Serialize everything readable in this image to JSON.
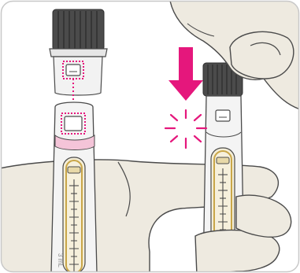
{
  "illustration": {
    "pen_label": "3 mL",
    "colors": {
      "accent": "#e5177c",
      "skin": "#eeeae0",
      "outline": "#4a4a4a",
      "cap": "#4b4b4b",
      "window_fill": "#f4eed8",
      "window_border": "#c9a648",
      "border": "#c8c8c8"
    },
    "icons": [
      "down-arrow-icon",
      "click-burst-icon",
      "alignment-dotted-line",
      "hand-illustration"
    ]
  }
}
